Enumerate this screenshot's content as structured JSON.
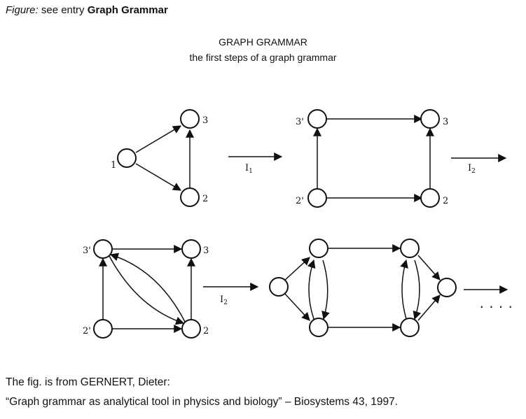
{
  "caption": {
    "label": "Figure:",
    "middle": " see entry ",
    "entry": "Graph Grammar"
  },
  "title": "GRAPH GRAMMAR",
  "subtitle": "the first steps of a graph grammar",
  "credit_line1": "The fig. is from GERNERT, Dieter:",
  "credit_line2": "“Graph grammar as analytical tool in physics and biology” – Biosystems 43, 1997.",
  "node_labels": {
    "g1_n1": "1",
    "g1_n2": "2",
    "g1_n3": "3",
    "g2_n2": "2'",
    "g2_n3": "3'",
    "g2_r2": "2",
    "g2_r3": "3",
    "g3_n2": "2'",
    "g3_n3": "3'",
    "g3_r2": "2",
    "g3_r3": "3"
  },
  "transitions": [
    {
      "main": "I",
      "sub": "1"
    },
    {
      "main": "I",
      "sub": "2"
    },
    {
      "main": "I",
      "sub": "2"
    }
  ],
  "continuation": "...."
}
